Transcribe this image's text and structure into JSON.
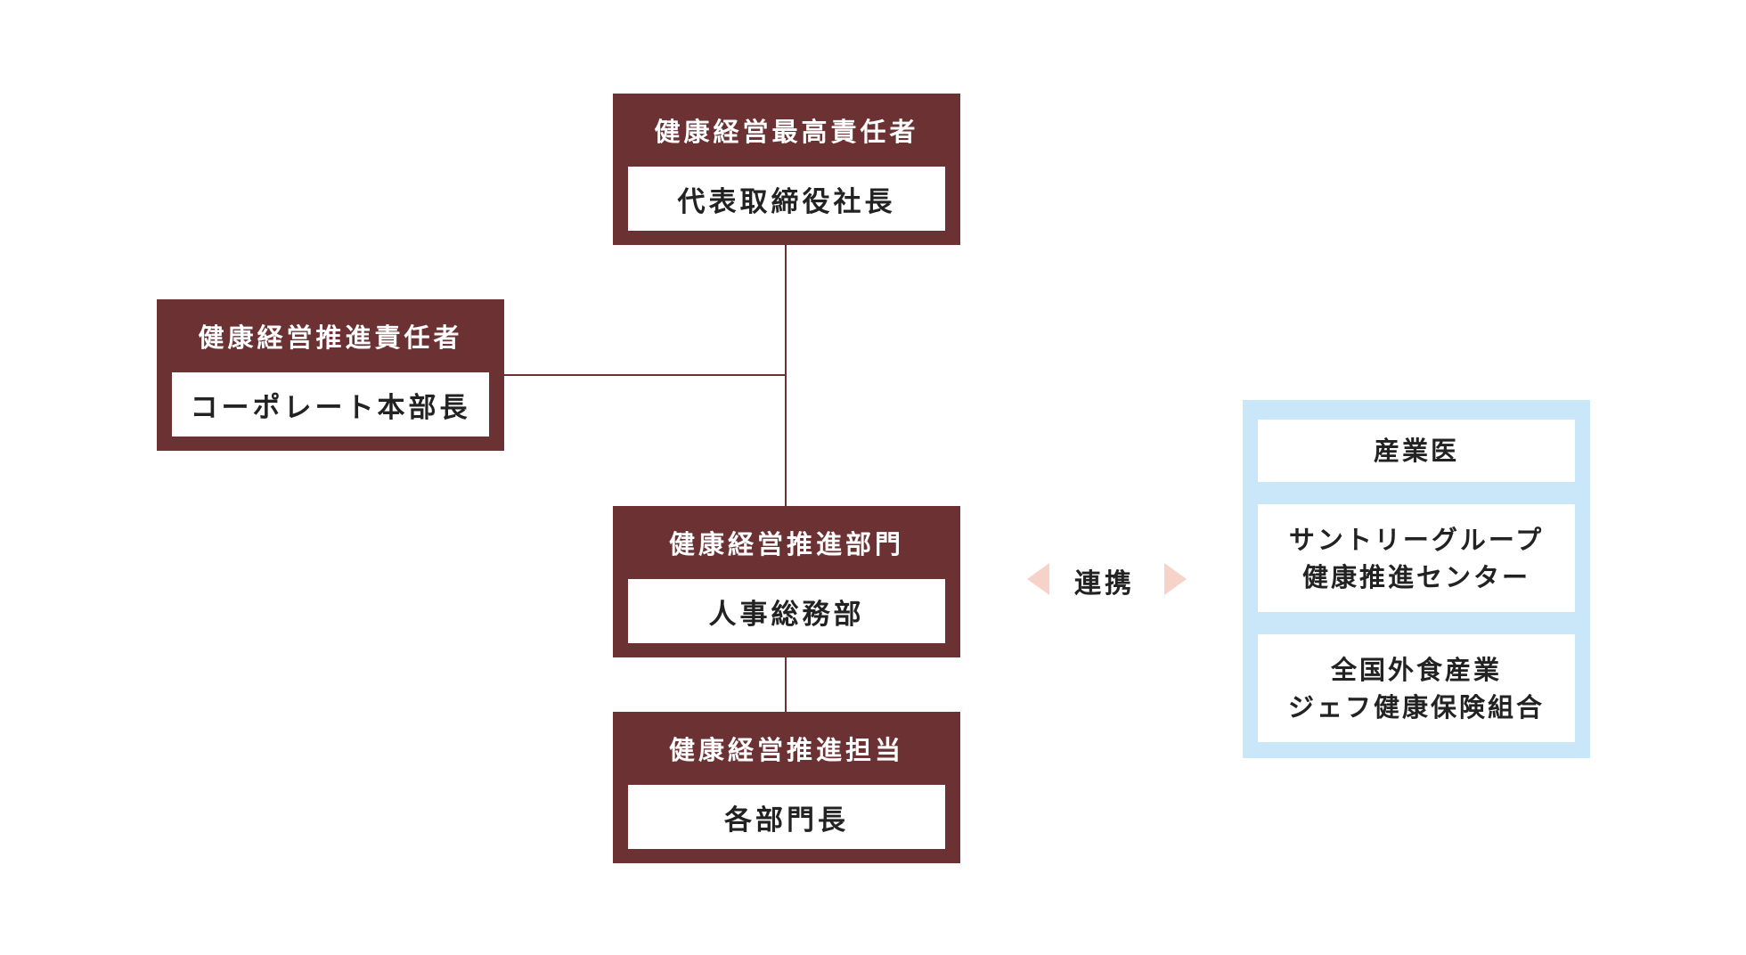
{
  "org": {
    "top": {
      "title": "健康経営最高責任者",
      "holder": "代表取締役社長"
    },
    "promoter": {
      "title": "健康経営推進責任者",
      "holder": "コーポレート本部長"
    },
    "department": {
      "title": "健康経営推進部門",
      "holder": "人事総務部"
    },
    "staff": {
      "title": "健康経営推進担当",
      "holder": "各部門長"
    }
  },
  "link_label": "連携",
  "partners": [
    {
      "line1": "産業医",
      "line2": ""
    },
    {
      "line1": "サントリーグループ",
      "line2": "健康推進センター"
    },
    {
      "line1": "全国外食産業",
      "line2": "ジェフ健康保険組合"
    }
  ],
  "colors": {
    "box": "#6b3133",
    "partner_panel": "#c9e7f8",
    "arrow": "#f6d2c9"
  }
}
